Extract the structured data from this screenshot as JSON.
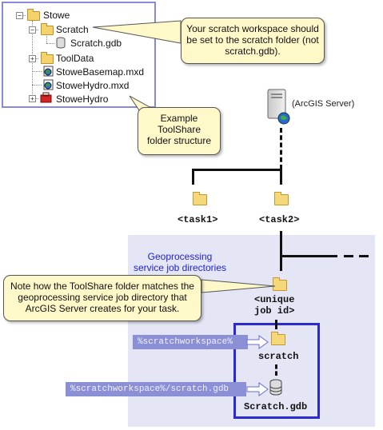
{
  "tree": {
    "items": [
      {
        "label": "Stowe"
      },
      {
        "label": "Scratch"
      },
      {
        "label": "Scratch.gdb"
      },
      {
        "label": "ToolData"
      },
      {
        "label": "StoweBasemap.mxd"
      },
      {
        "label": "StoweHydro.mxd"
      },
      {
        "label": "StoweHydro"
      }
    ]
  },
  "callouts": {
    "scratch_workspace": "Your scratch workspace should be set to the scratch folder (not scratch.gdb).",
    "example_structure": "Example ToolShare folder structure",
    "note_match": "Note how the ToolShare folder matches the geoprocessing service job directory that ArcGIS Server creates for your task."
  },
  "server": {
    "label": "(ArcGIS Server)"
  },
  "tasks": {
    "task1": "<task1>",
    "task2": "<task2>"
  },
  "job_area": {
    "title": "Geoprocessing service job directories",
    "job_id": "<unique job id>",
    "scratch": "scratch",
    "scratch_gdb": "Scratch.gdb"
  },
  "tags": {
    "scratchworkspace": "%scratchworkspace%",
    "scratchworkspace_gdb": "%scratchworkspace%/scratch.gdb"
  },
  "colors": {
    "highlight_box": "#2a2ad0",
    "job_area_bg": "#e4e6f6",
    "tag_bg": "#8b8fd6",
    "callout_bg": "#fff8c8"
  }
}
